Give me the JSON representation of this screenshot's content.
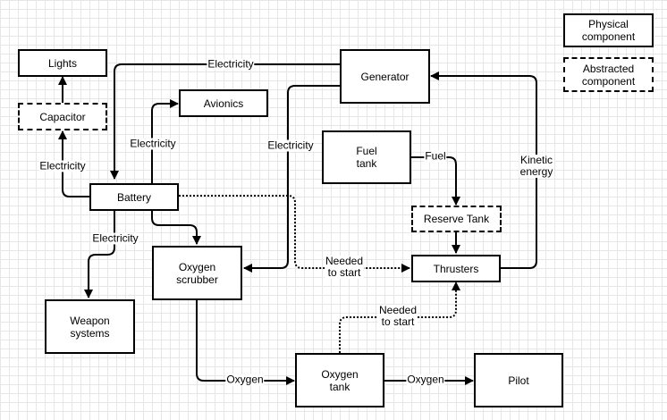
{
  "legend": {
    "physical": "Physical\ncomponent",
    "abstracted": "Abstracted\ncomponent"
  },
  "nodes": {
    "lights": "Lights",
    "capacitor": "Capacitor",
    "avionics": "Avionics",
    "generator": "Generator",
    "battery": "Battery",
    "fuel_tank": "Fuel\ntank",
    "reserve_tank": "Reserve Tank",
    "thrusters": "Thrusters",
    "oxygen_scrubber": "Oxygen\nscrubber",
    "weapon_systems": "Weapon\nsystems",
    "oxygen_tank": "Oxygen\ntank",
    "pilot": "Pilot"
  },
  "edges": {
    "generator_battery": "Electricity",
    "battery_avionics": "Electricity",
    "battery_capacitor": "Electricity",
    "battery_weapons": "Electricity",
    "generator_scrubber": "Electricity",
    "fuel": "Fuel",
    "kinetic": "Kinetic\nenergy",
    "battery_thrusters": "Needed\nto start",
    "oxygentank_thrusters": "Needed\nto start",
    "scrubber_oxygentank": "Oxygen",
    "oxygentank_pilot": "Oxygen"
  },
  "colors": {
    "line": "#000000",
    "background": "#ffffff",
    "grid": "#e6e6e6"
  }
}
